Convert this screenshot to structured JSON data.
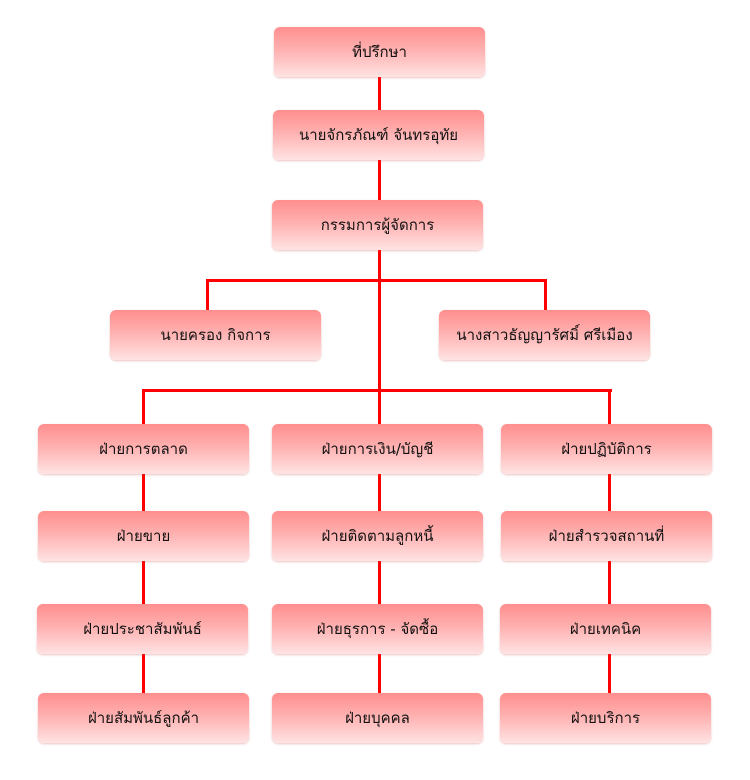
{
  "colors": {
    "line": "#ff0000",
    "box_top": "#ff8e8e",
    "box_bottom": "#ffe3e3"
  },
  "top": [
    "ที่ปรึกษา",
    "นายจักรภัณฑ์  จันทรอุทัย",
    "กรรมการผู้จัดการ"
  ],
  "deputies": [
    "นายครอง  กิจการ",
    "นางสาวธัญญารัศมิ์ ศรีเมือง"
  ],
  "columns": [
    [
      "ฝ่ายการตลาด",
      "ฝ่ายขาย",
      "ฝ่ายประชาสัมพันธ์",
      "ฝ่ายสัมพันธ์ลูกค้า"
    ],
    [
      "ฝ่ายการเงิน/บัญชี",
      "ฝ่ายติดตามลูกหนี้",
      "ฝ่ายธุรการ - จัดซื้อ",
      "ฝ่ายบุคคล"
    ],
    [
      "ฝ่ายปฏิบัติการ",
      "ฝ่ายสำรวจสถานที่",
      "ฝ่ายเทคนิค",
      "ฝ่ายบริการ"
    ]
  ]
}
